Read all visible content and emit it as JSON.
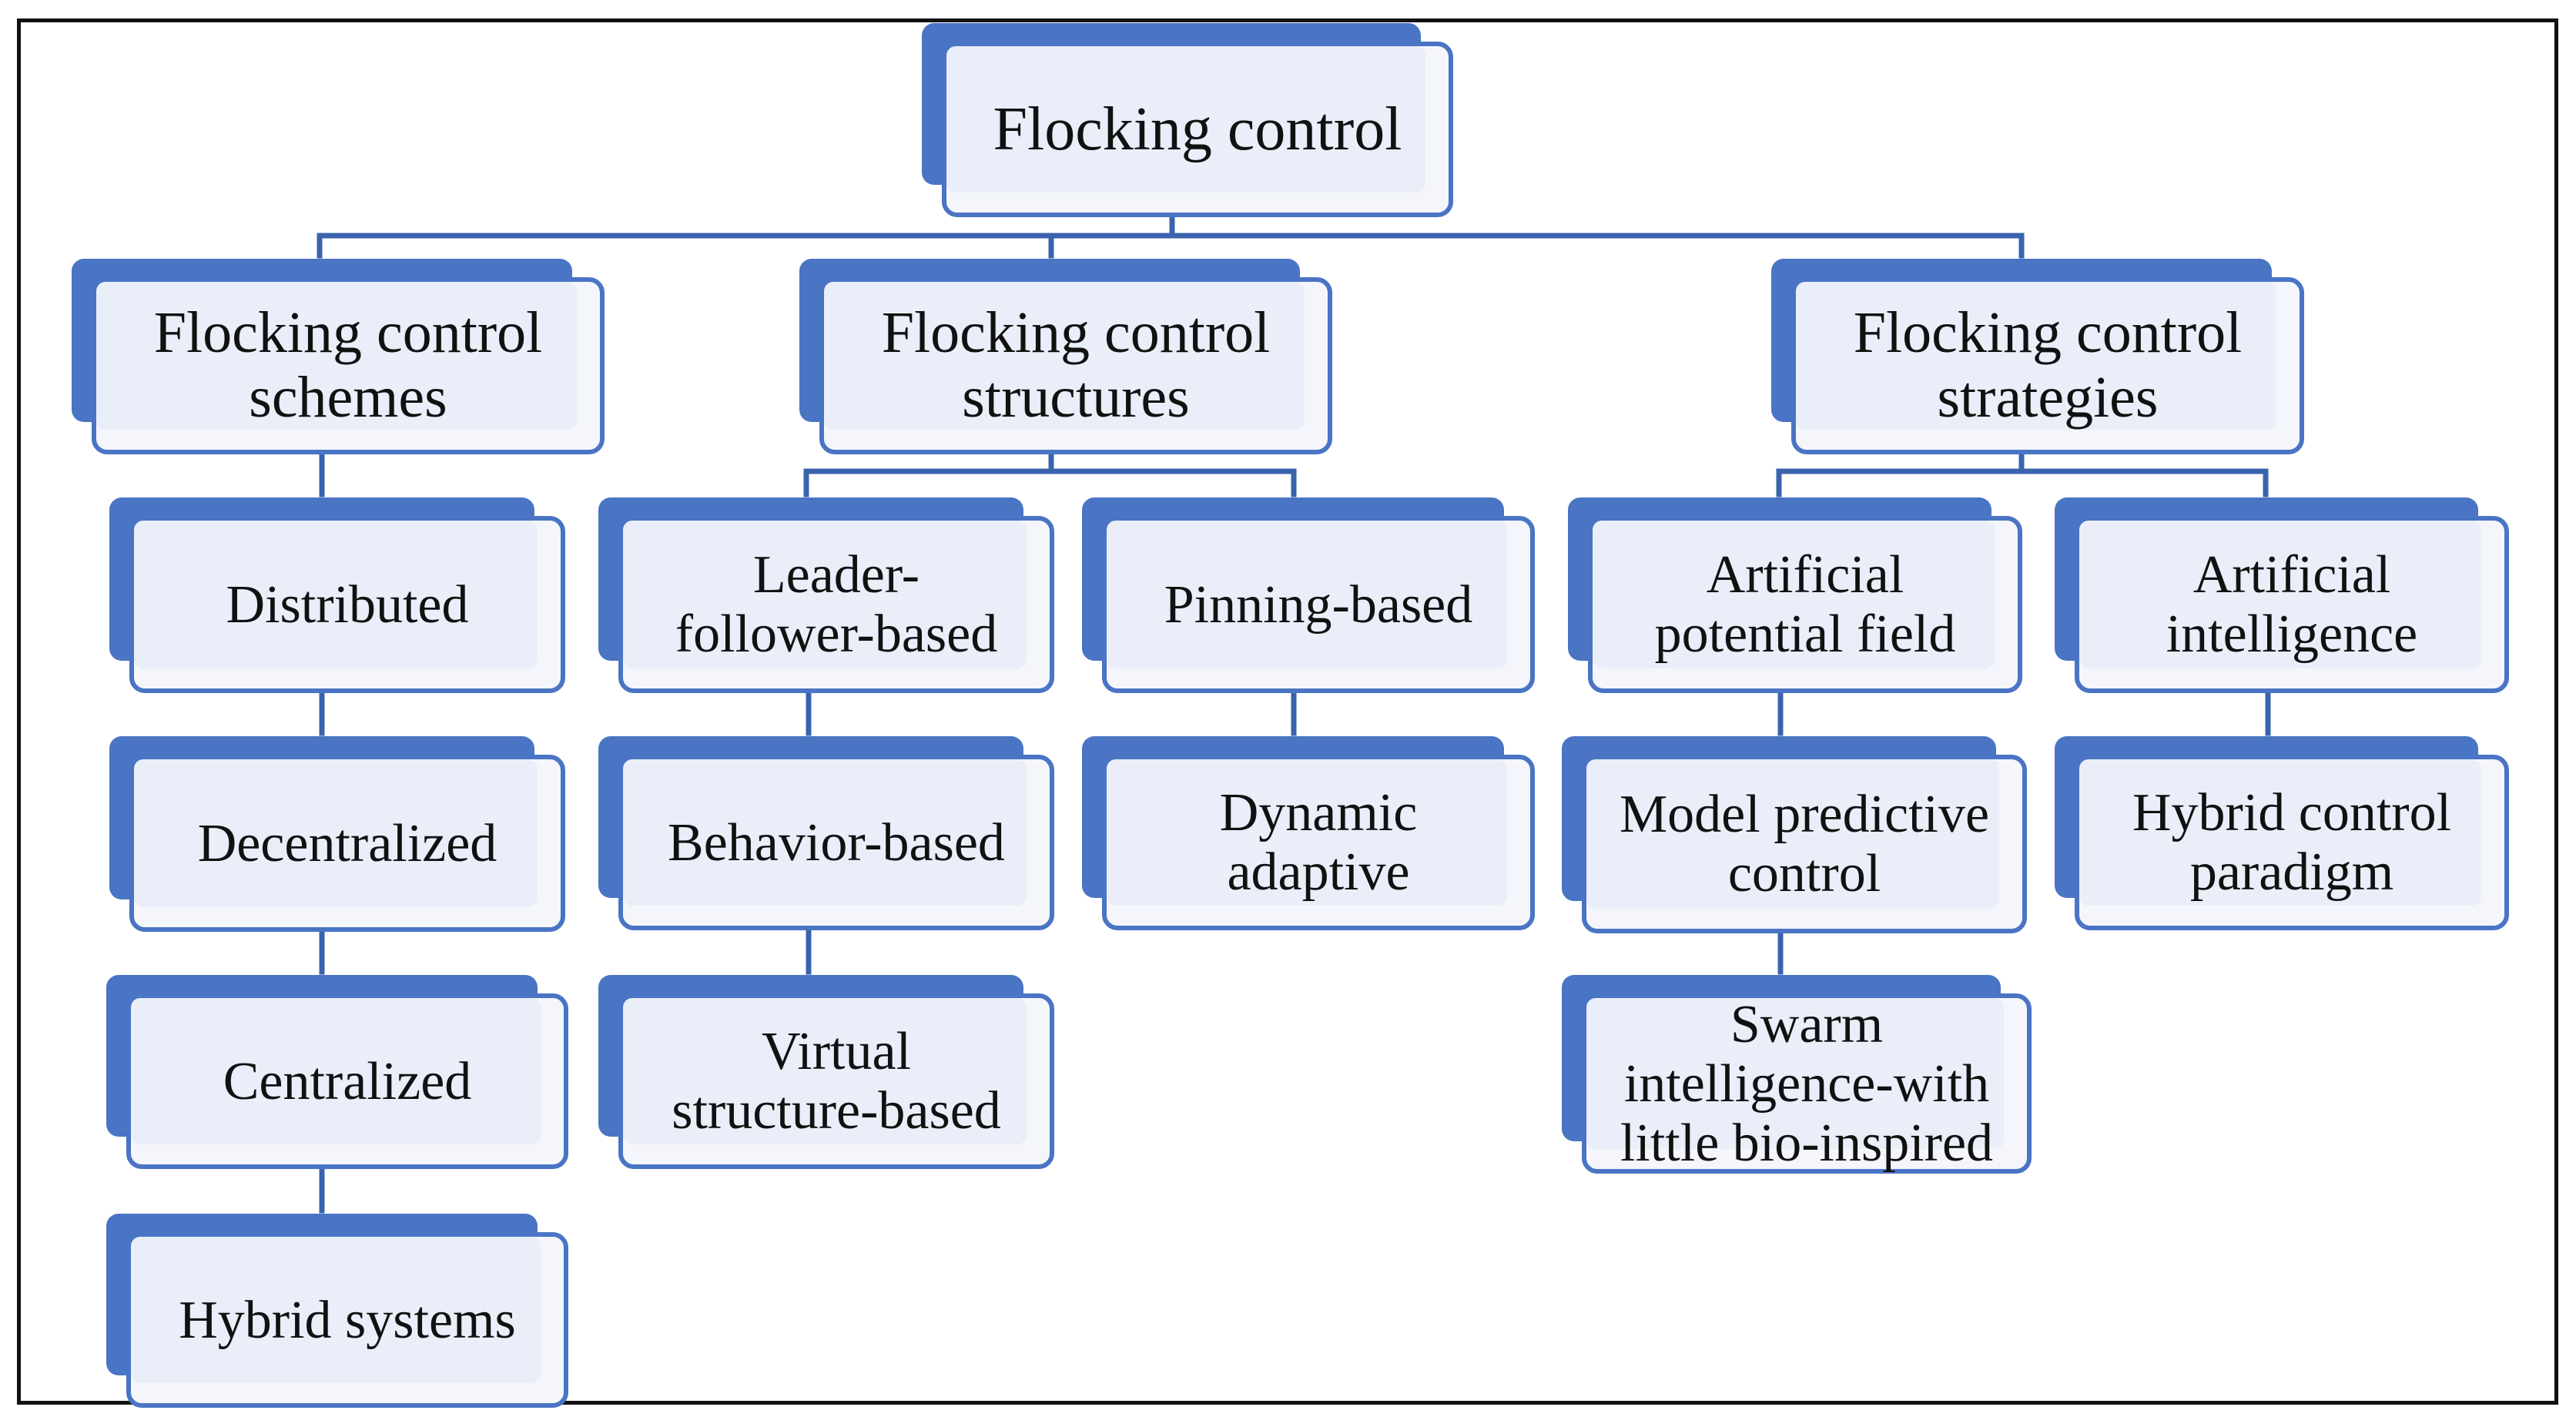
{
  "diagram": {
    "root": {
      "label": "Flocking control"
    },
    "categories": [
      {
        "label": "Flocking control\nschemes",
        "children": [
          {
            "label": "Distributed"
          },
          {
            "label": "Decentralized"
          },
          {
            "label": "Centralized"
          },
          {
            "label": "Hybrid systems"
          }
        ]
      },
      {
        "label": "Flocking control\nstructures",
        "columns": [
          [
            {
              "label": "Leader-\nfollower-based"
            },
            {
              "label": "Behavior-based"
            },
            {
              "label": "Virtual\nstructure-based"
            }
          ],
          [
            {
              "label": "Pinning-based"
            },
            {
              "label": "Dynamic\nadaptive"
            }
          ]
        ]
      },
      {
        "label": "Flocking control\nstrategies",
        "columns": [
          [
            {
              "label": "Artificial\npotential field"
            },
            {
              "label": "Model predictive\ncontrol"
            },
            {
              "label": "Swarm\nintelligence-with\nlittle bio-inspired"
            }
          ],
          [
            {
              "label": "Artificial\nintelligence"
            },
            {
              "label": "Hybrid control\nparadigm"
            }
          ]
        ]
      }
    ],
    "colors": {
      "accent": "#4a74c4",
      "box_fill": "#f4f6fb",
      "box_inner": "#e9eef8",
      "connector": "#3b63ad",
      "text": "#111111"
    }
  }
}
